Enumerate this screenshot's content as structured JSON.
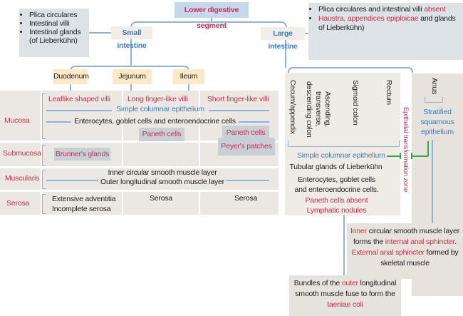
{
  "title": "Lower digestive segment",
  "small_intestine": {
    "label": "Small intestine",
    "features": [
      "Plica circulares",
      "Intestinal villi",
      "Intestinal glands (of Lieberkühn)"
    ],
    "segments": [
      "Duodenum",
      "Jejunum",
      "Ileum"
    ]
  },
  "large_intestine": {
    "label": "Large intestine",
    "features": {
      "f1_a": "Plica circulares and intestinal villi ",
      "f1_b": "absent",
      "f2_a": "Haustra, appendices epiploicae",
      "f2_b": " and glands of Lieberkühn)"
    },
    "segments": [
      "Cecum/appendix",
      "Ascending, transverse, descending colon",
      "Sigmoid colon",
      "Rectum",
      "Anus"
    ],
    "anus_epithelium": "Stratified squamous epithelium",
    "transition": "Epithelial transformation zone",
    "epithelium": "Simple columnar epithelium",
    "glands": "Tubular glands of Lieberkühn",
    "cells": "Enterocytes, goblet cells and enteroendocrine cells.",
    "paneth": "Paneth cells absent",
    "lymph": "Lymphatic nodules",
    "sphincter": {
      "p1": "Inner",
      "p2": " circular smooth muscle layer forms the ",
      "p3": "internal anal sphincter",
      "p4": ". ",
      "p5": "External anal sphincter",
      "p6": " formed by skeletal muscle"
    },
    "taeniae": {
      "p1": "Bundles of the ",
      "p2": "outer",
      "p3": " longitudinal smooth muscle fuse to form the ",
      "p4": "taeniae coli"
    }
  },
  "layers": {
    "mucosa": {
      "label": "Mucosa",
      "villi": [
        "Leaflike shaped villi",
        "Long finger-like villi",
        "Short finger-like villi"
      ],
      "epithelium": "Simple columnar epithelium",
      "cells": "Enterocytes, goblet cells and enteroendocrine cells",
      "paneth_jejunum": "Paneth cells",
      "paneth_ileum": "Paneth cells"
    },
    "submucosa": {
      "label": "Submucosa",
      "brunner": "Brunner's glands",
      "peyer": "Peyer's patches"
    },
    "muscularis": {
      "label": "Muscularis",
      "inner": "Inner circular smooth muscle layer",
      "outer": "Outer longitudinal smooth muscle layer"
    },
    "serosa": {
      "label": "Serosa",
      "duodenum_1": "Extensive adventitia",
      "duodenum_2": "Incomplete serosa",
      "jejunum": "Serosa",
      "ileum": "Serosa"
    }
  },
  "colors": {
    "title_bg": "#c5d9ec",
    "accent_red": "#c8334d",
    "accent_blue": "#3a7fc0",
    "segment_bg": "#fde9c8",
    "line": "#8fb3d9",
    "green": "#3aa54a"
  }
}
